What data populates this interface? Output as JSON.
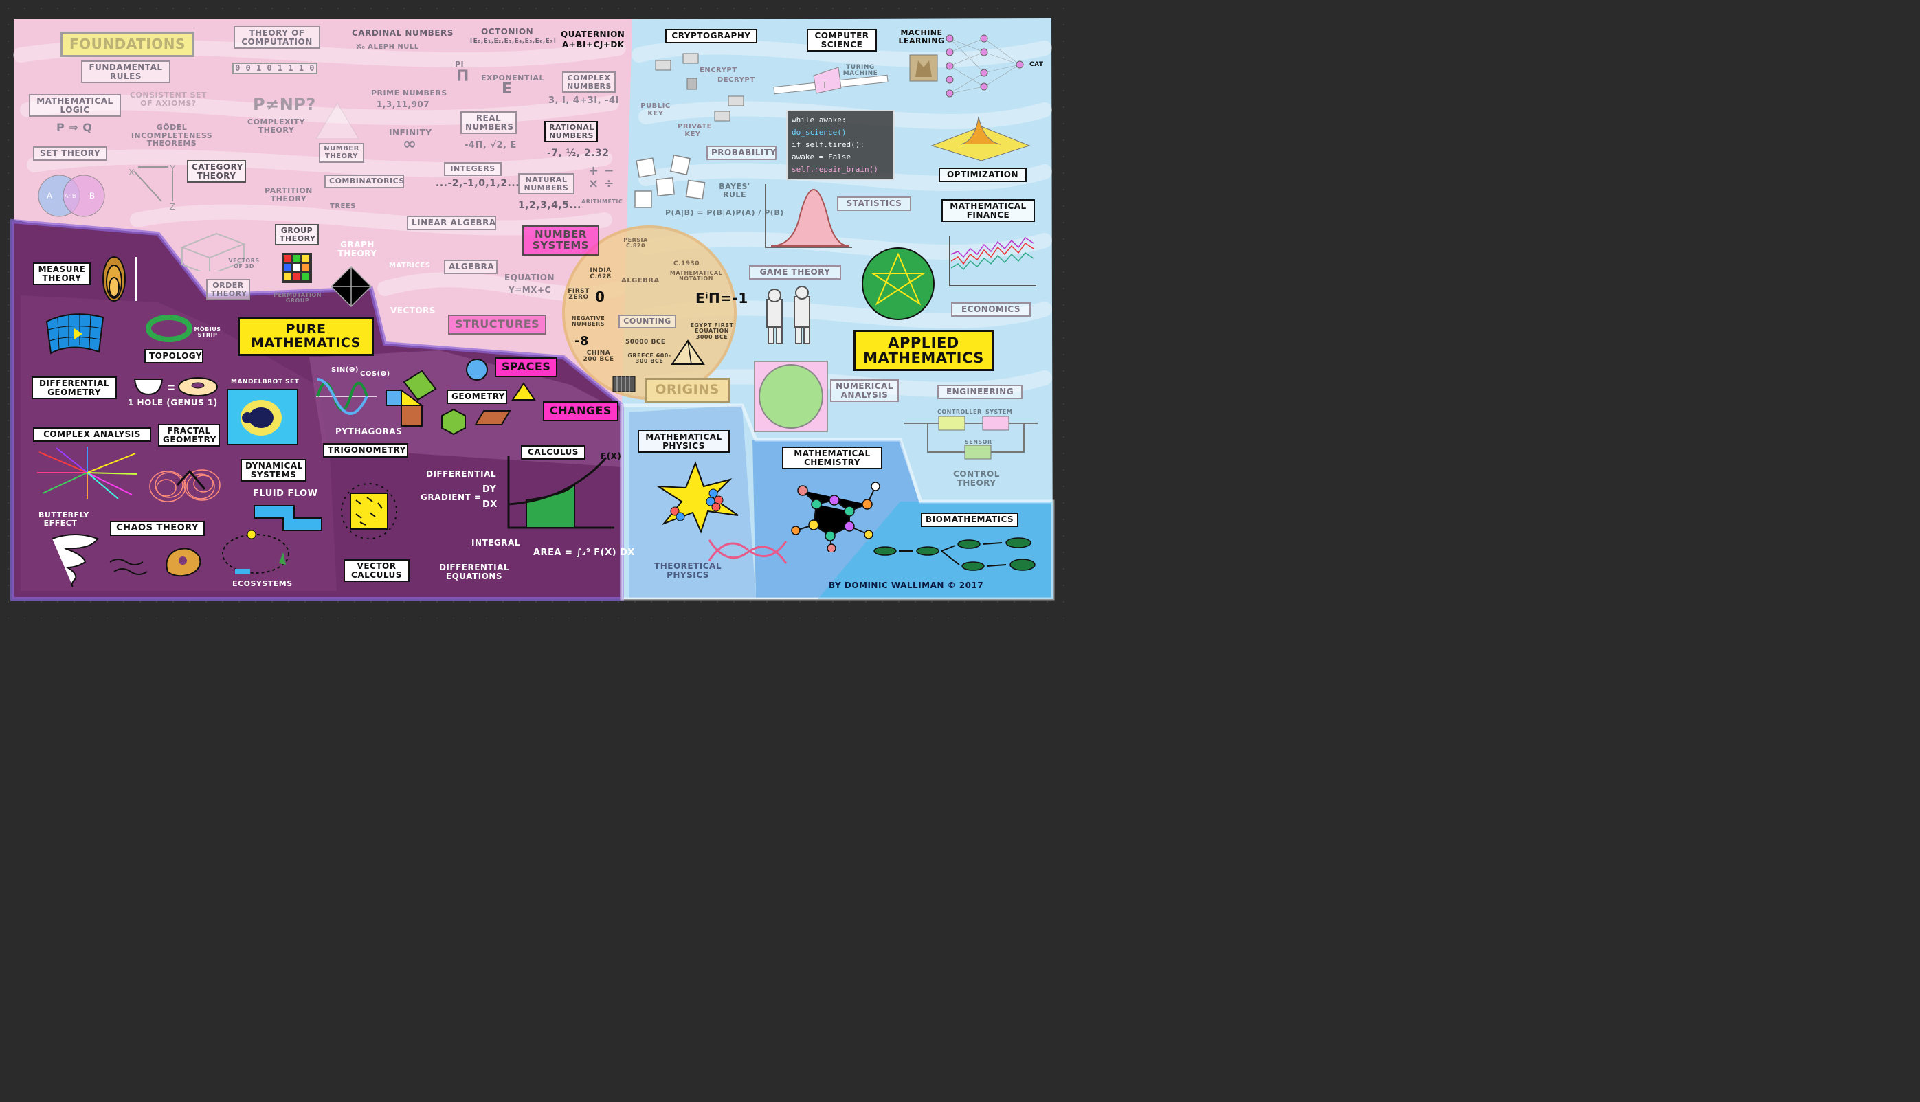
{
  "colors": {
    "foundations": "#f3c7dc",
    "pure": "#6e2f6b",
    "pure_light": "#8e4f8b",
    "applied": "#bfe3f5",
    "physics": "#9fc9ef",
    "chemistry": "#7cb6ea",
    "biomath": "#5ab8ea",
    "origins": "#f1cf95",
    "pink_label": "#ff35c8",
    "yellow_label": "#ffe817"
  },
  "foundations": {
    "title": "FOUNDATIONS",
    "fundamental_rules": "FUNDAMENTAL RULES",
    "mathematical_logic": "MATHEMATICAL LOGIC",
    "logic_formula": "P ⇒ Q",
    "consistent_set": "CONSISTENT SET OF AXIOMS?",
    "godel": "GÖDEL INCOMPLETENESS THEOREMS",
    "set_theory": "SET THEORY",
    "venn_a": "A",
    "venn_ab": "A∩B",
    "venn_b": "B",
    "category_theory": "CATEGORY THEORY",
    "theory_of_computation": "THEORY OF COMPUTATION",
    "tape": "0 0 1 0 1 1 1 0",
    "p_np": "P≠NP?",
    "complexity_theory": "COMPLEXITY THEORY",
    "cardinal_numbers": "CARDINAL NUMBERS",
    "aleph": "ℵ₀ ALEPH NULL",
    "octonion": "OCTONION",
    "octonion_formula": "[e₀,e₁,e₂,e₃,e₄,e₅,e₆,e₇]",
    "quaternion": "QUATERNION",
    "quaternion_formula": "a+bi+cj+dk",
    "pi": "PI",
    "pi_symbol": "π",
    "exponential": "EXPONENTIAL",
    "e_symbol": "e",
    "complex_numbers": "COMPLEX NUMBERS",
    "complex_example": "3, i, 4+3i, -4i",
    "prime_numbers": "PRIME NUMBERS",
    "primes": "1,3,11,907",
    "real_numbers": "REAL NUMBERS",
    "real_example": "-4π, √2, e",
    "rational_numbers": "RATIONAL NUMBERS",
    "rational_example": "-7, ½, 2.32",
    "infinity": "INFINITY",
    "infinity_symbol": "∞",
    "number_theory": "NUMBER THEORY",
    "integers": "INTEGERS",
    "integers_example": "...-2,-1,0,1,2...",
    "natural_numbers": "NATURAL NUMBERS",
    "natural_example": "1,2,3,4,5...",
    "arithmetic": "ARITHMETIC",
    "combinatorics": "COMBINATORICS",
    "partition_theory": "PARTITION THEORY",
    "trees": "TREES",
    "ops": "+ −  × ÷"
  },
  "pure": {
    "title": "PURE MATHEMATICS",
    "measure_theory": "MEASURE THEORY",
    "vectors_3d": "VECTORS OF 3D",
    "order_theory": "ORDER THEORY",
    "group_theory": "GROUP THEORY",
    "permutation_group": "PERMUTATION GROUP",
    "graph_theory": "GRAPH THEORY",
    "linear_algebra": "LINEAR ALGEBRA",
    "matrices": "MATRICES",
    "algebra": "ALGEBRA",
    "equation": "EQUATION",
    "equation_example": "y=mx+c",
    "vectors": "VECTORS",
    "number_systems": "NUMBER SYSTEMS",
    "structures": "STRUCTURES",
    "spaces": "SPACES",
    "changes": "CHANGES",
    "mobius": "MÖBIUS STRIP",
    "topology": "TOPOLOGY",
    "differential_geometry": "DIFFERENTIAL GEOMETRY",
    "one_hole": "1 HOLE (GENUS 1)",
    "mandelbrot": "MANDELBROT SET",
    "sin": "sin(θ)",
    "cos": "cos(θ)",
    "pythagoras": "PYTHAGORAS",
    "trigonometry": "TRIGONOMETRY",
    "geometry": "GEOMETRY",
    "complex_analysis": "COMPLEX ANALYSIS",
    "fractal_geometry": "FRACTAL GEOMETRY",
    "dynamical_systems": "DYNAMICAL SYSTEMS",
    "fluid_flow": "FLUID FLOW",
    "butterfly_effect": "BUTTERFLY EFFECT",
    "chaos_theory": "CHAOS THEORY",
    "ecosystems": "ECOSYSTEMS",
    "calculus": "CALCULUS",
    "fx": "f(x)",
    "differential": "DIFFERENTIAL",
    "gradient": "GRADIENT =",
    "dy": "dy",
    "dx": "dx",
    "integral": "INTEGRAL",
    "area": "AREA = ∫₂⁹ f(x) dx",
    "vector_calculus": "VECTOR CALCULUS",
    "differential_equations": "DIFFERENTIAL EQUATIONS"
  },
  "origins": {
    "title": "ORIGINS",
    "persia": "PERSIA c.820",
    "algebra": "ALGEBRA",
    "india": "INDIA c.628",
    "first_zero": "FIRST ZERO",
    "zero": "0",
    "negative_numbers": "NEGATIVE NUMBERS",
    "neg_example": "-8",
    "china": "CHINA 200 BCE",
    "c1930": "c.1930",
    "notation": "MATHEMATICAL NOTATION",
    "euler": "eⁱπ=-1",
    "counting": "COUNTING",
    "counting_date": "50000 BCE",
    "egypt": "EGYPT FIRST EQUATION 3000 BCE",
    "greece": "GREECE 600-300 BCE"
  },
  "applied": {
    "title": "APPLIED MATHEMATICS",
    "cryptography": "CRYPTOGRAPHY",
    "encrypt": "ENCRYPT",
    "decrypt": "DECRYPT",
    "public_key": "PUBLIC KEY",
    "private_key": "PRIVATE KEY",
    "computer_science": "COMPUTER SCIENCE",
    "turing_machine": "TURING MACHINE",
    "machine_learning": "MACHINE LEARNING",
    "cat": "CAT",
    "code_lines": [
      "while awake:",
      "  do_science()",
      "  if self.tired():",
      "    awake = False",
      "  self.repair_brain()"
    ],
    "probability": "PROBABILITY",
    "bayes": "BAYES' RULE",
    "bayes_formula": "P(A|B) = P(B|A)P(A) / P(B)",
    "statistics": "STATISTICS",
    "optimization": "OPTIMIZATION",
    "mathematical_finance": "MATHEMATICAL FINANCE",
    "game_theory": "GAME THEORY",
    "economics": "ECONOMICS",
    "numerical_analysis": "NUMERICAL ANALYSIS",
    "engineering": "ENGINEERING",
    "controller": "CONTROLLER",
    "system": "SYSTEM",
    "sensor": "SENSOR",
    "control_theory": "CONTROL THEORY",
    "mathematical_physics": "MATHEMATICAL PHYSICS",
    "theoretical_physics": "THEORETICAL PHYSICS",
    "mathematical_chemistry": "MATHEMATICAL CHEMISTRY",
    "biomathematics": "BIOMATHEMATICS",
    "credit": "BY DOMINIC WALLIMAN © 2017"
  }
}
